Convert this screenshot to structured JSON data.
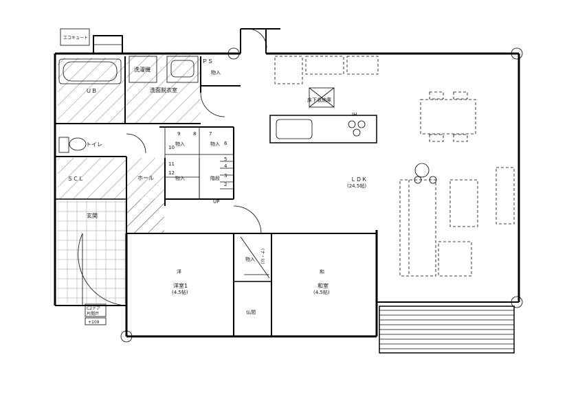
{
  "labels": {
    "ecocute": "エコキュート",
    "washer": "洗濯機",
    "ps": "ＰＳ",
    "storage_top": "物入",
    "ub": "ＵＢ",
    "dressing_room": "洗面脱衣室",
    "underfloor": "床下収納庫",
    "ih": "IH",
    "toilet": "トイレ",
    "scl": "ＳＣＬ",
    "hall": "ホール",
    "storage_stair_a": "物入",
    "storage_stair_b": "物入",
    "storage_stair_c": "物入",
    "stairs": "階段",
    "up": "UP",
    "ldk": "ＬＤＫ",
    "ldk_size": "(24.5帖)",
    "entrance": "玄関",
    "storage_mid": "物入",
    "western_room_mark": "洋",
    "western_room": "洋室1",
    "western_room_size": "(4.5帖)",
    "japanese_room_mark": "和",
    "japanese_room": "和室",
    "japanese_room_size": "(4.5帖)",
    "butsuma": "仏間",
    "door_note": "C2ドア",
    "door_note2": "片開戸",
    "height_note": "+109",
    "vertical_note": "(ナ・以)"
  },
  "stair_steps": [
    "9",
    "8",
    "7",
    "10",
    "6",
    "5",
    "4",
    "3",
    "2",
    "11",
    "12"
  ]
}
